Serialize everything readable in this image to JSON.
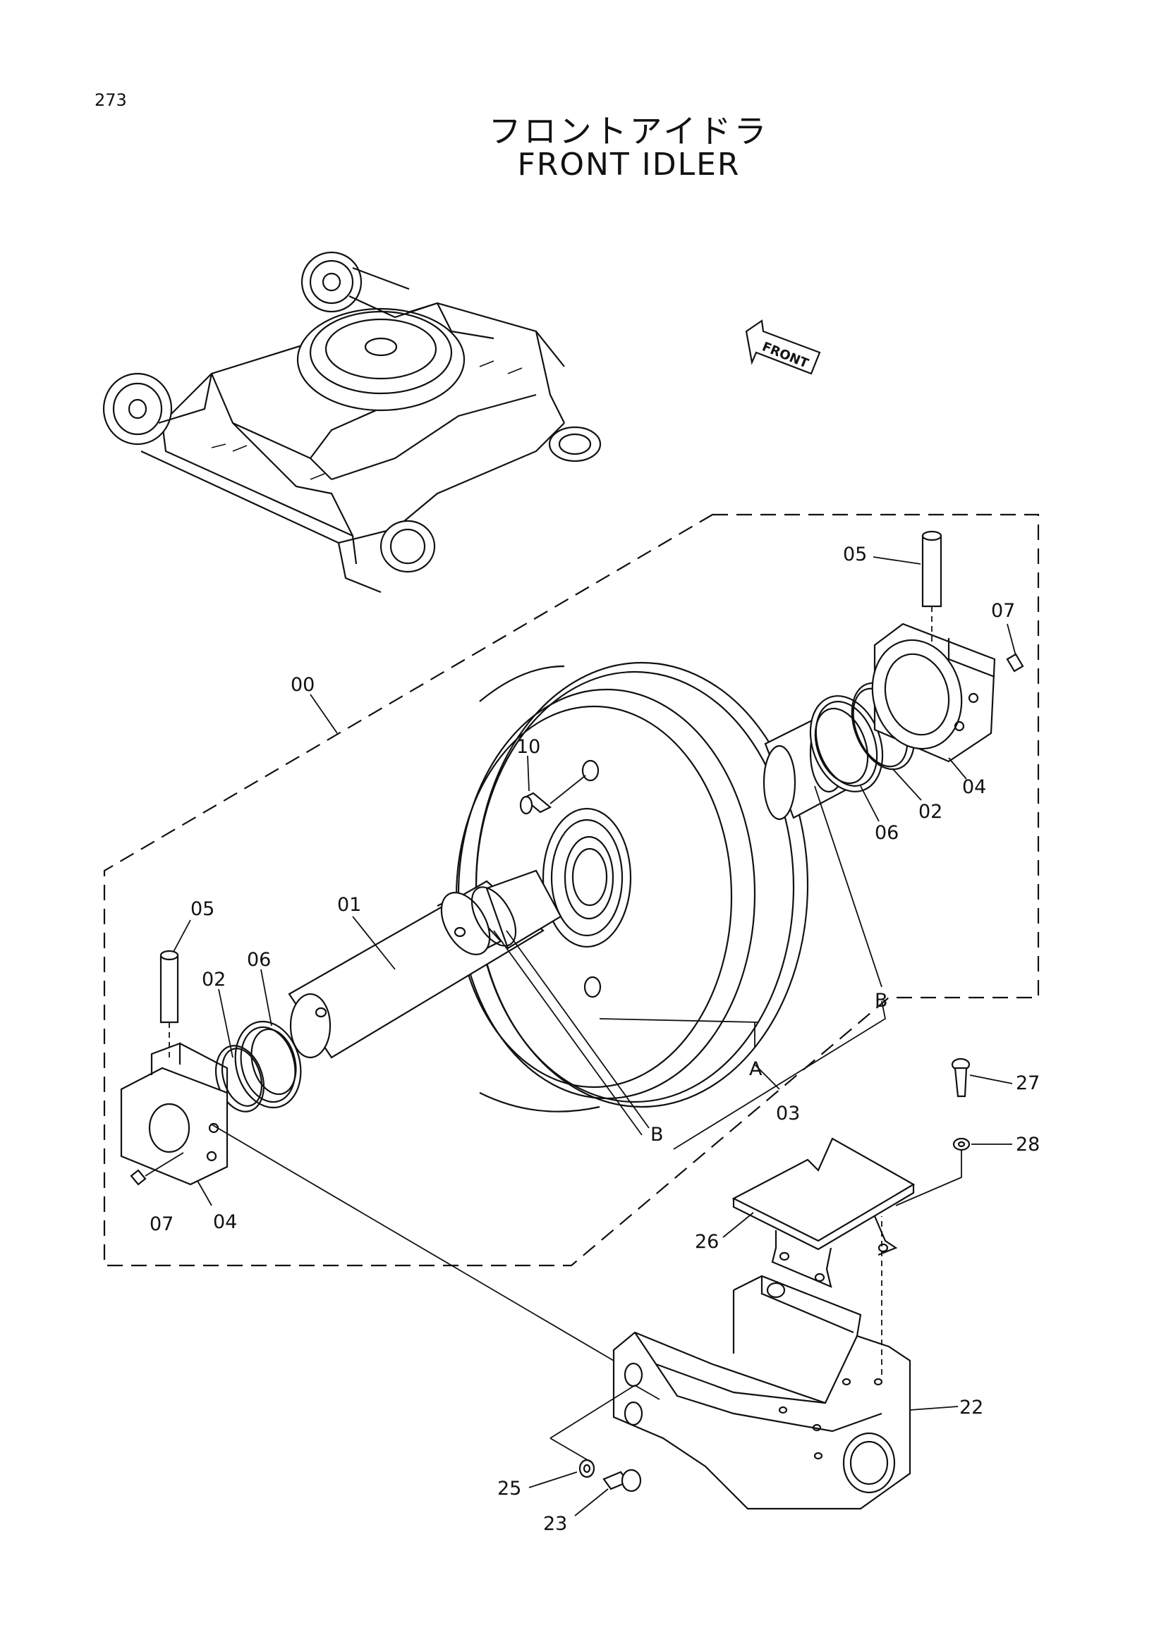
{
  "page": {
    "number": "273",
    "title_jp": "フロントアイドラ",
    "title_en": "FRONT IDLER",
    "front_arrow_label": "FRONT"
  },
  "callouts": {
    "c00": "00",
    "c01": "01",
    "c02_left": "02",
    "c02_right": "02",
    "c03": "03",
    "c04_left": "04",
    "c04_right": "04",
    "c05_left": "05",
    "c05_right": "05",
    "c06_left": "06",
    "c06_right": "06",
    "c07_left": "07",
    "c07_right": "07",
    "c10": "10",
    "c22": "22",
    "c23": "23",
    "c25": "25",
    "c26": "26",
    "c27": "27",
    "c28": "28",
    "refA": "A",
    "refB_left": "B",
    "refB_right": "B"
  }
}
